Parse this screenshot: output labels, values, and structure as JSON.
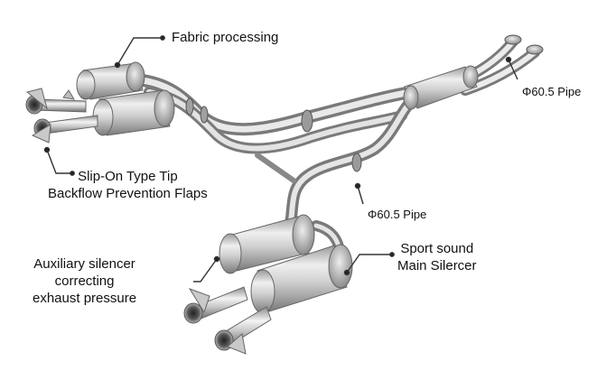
{
  "callouts": {
    "fabric": "Fabric processing",
    "tip_line1": "Slip-On Type Tip",
    "tip_line2": "Backflow Prevention Flaps",
    "aux_line1": "Auxiliary silencer",
    "aux_line2": "correcting",
    "aux_line3": "exhaust pressure",
    "main_line1": "Sport sound",
    "main_line2": "Main Silercer",
    "pipe_top": "Φ60.5 Pipe",
    "pipe_mid": "Φ60.5 Pipe"
  },
  "colors": {
    "background": "#ffffff",
    "metal_light": "#f2f2f2",
    "metal_mid": "#b8b8b8",
    "metal_dark": "#6e6e6e",
    "leader": "#333333"
  }
}
